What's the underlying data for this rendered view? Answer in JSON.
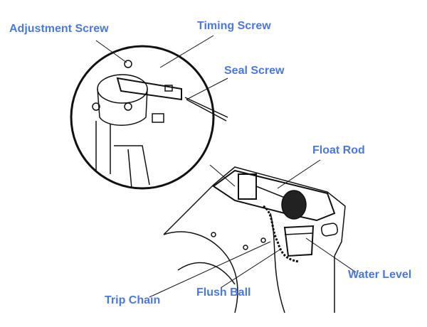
{
  "labels": {
    "adjustment_screw": "Adjustment Screw",
    "timing_screw": "Timing Screw",
    "seal_screw": "Seal Screw",
    "float_rod": "Float Rod",
    "water_level": "Water Level",
    "flush_ball": "Flush Ball",
    "trip_chain": "Trip Chain"
  },
  "colors": {
    "label": "#4a78e0",
    "line": "#111111"
  }
}
